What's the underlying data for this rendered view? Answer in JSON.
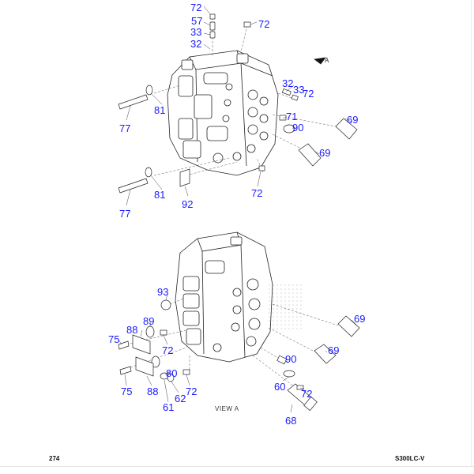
{
  "upper_view": {
    "direction_label": "A",
    "callouts": [
      "72",
      "57",
      "33",
      "32",
      "72",
      "81",
      "77",
      "32",
      "33",
      "72",
      "69",
      "71",
      "90",
      "69",
      "81",
      "77",
      "92",
      "72"
    ]
  },
  "lower_view": {
    "caption": "VIEW A",
    "callouts": [
      "93",
      "89",
      "69",
      "88",
      "75",
      "72",
      "69",
      "90",
      "80",
      "88",
      "75",
      "72",
      "62",
      "61",
      "60",
      "72",
      "68"
    ]
  },
  "footer": {
    "page_number": "274",
    "model_code": "S300LC-V"
  }
}
